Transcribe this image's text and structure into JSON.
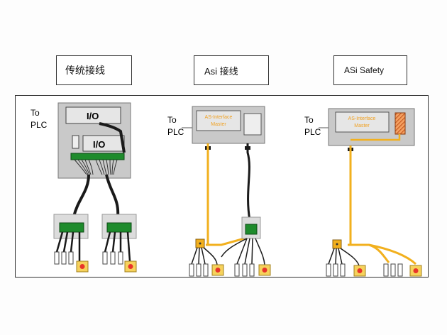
{
  "titles": {
    "traditional": "传统接线",
    "asi": "Asi  接线",
    "asi_safety": "ASi Safety"
  },
  "labels": {
    "to": "To",
    "plc": "PLC",
    "io": "I/O",
    "master_line1": "AS-Interface",
    "master_line2": "Master"
  },
  "colors": {
    "cable_yellow": "#f2b01e",
    "cable_black": "#1a1a1a",
    "module_green": "#1e8b2c",
    "cabinet_gray": "#c9c9c9",
    "master_text": "#f0a020",
    "sensor_red": "#e8342a",
    "safety_hatch": "#e07830"
  }
}
